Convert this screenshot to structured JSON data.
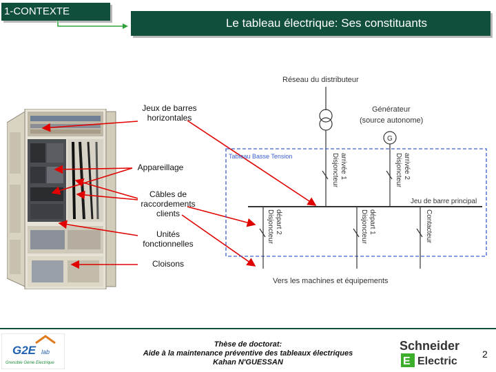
{
  "header": {
    "section": "1-CONTEXTE",
    "title": "Le tableau électrique: Ses constituants"
  },
  "labels": {
    "busbars": [
      "Jeux de barres",
      "horizontales"
    ],
    "devices": "Appareillage",
    "cables": [
      "Câbles de",
      "raccordements",
      "clients"
    ],
    "units": [
      "Unités",
      "fonctionnelles"
    ],
    "partitions": "Cloisons"
  },
  "schematic": {
    "network": "Réseau du distributeur",
    "generator": [
      "Générateur",
      "(source autonome)"
    ],
    "board": "Tableau Basse Tension",
    "busbar": "Jeu de barre principal",
    "breaker_in1": [
      "Disjoncteur",
      "arrivée 1"
    ],
    "breaker_in2": [
      "Disjoncteur",
      "arrivée 2"
    ],
    "breaker_out2": [
      "Disjoncteur",
      "départ 2"
    ],
    "breaker_out1": [
      "Disjoncteur",
      "départ 1"
    ],
    "contactor": "Contacteur",
    "machines": "Vers les machines et équipements",
    "gen_symbol": "G"
  },
  "footer": {
    "line1": "Thèse de doctorat:",
    "line2": "Aide à la maintenance préventive des tableaux électriques",
    "line3": "Kahan N'GUESSAN",
    "page": "2",
    "logo_left_main": "G2E",
    "logo_left_sub": "lab",
    "logo_left_tagline": "Grenoble Génie Electrique",
    "logo_right_line1": "Schneider",
    "logo_right_line2": "Electric"
  },
  "colors": {
    "header_bg": "#0f4f3c",
    "arrow": "#e00000",
    "board_frame": "#3a5fd0",
    "connector": "#2fa33a"
  }
}
